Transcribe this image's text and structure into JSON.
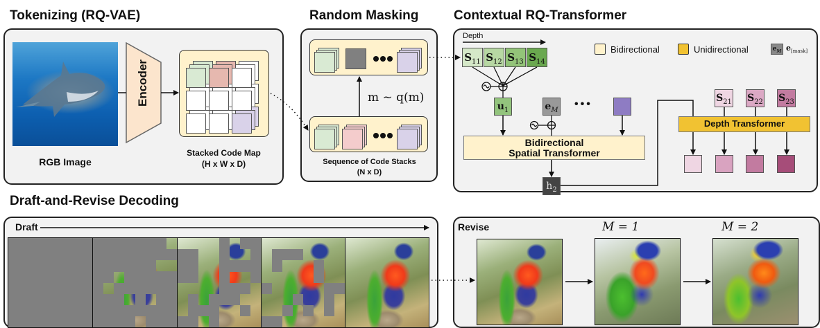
{
  "sections": {
    "tokenizing": {
      "title": "Tokenizing (RQ-VAE)",
      "rgb_label": "RGB Image",
      "encoder_label": "Encoder",
      "code_map_label_1": "Stacked Code Map",
      "code_map_label_2": "(H x W x D)",
      "image_subject": "shark"
    },
    "masking": {
      "title": "Random Masking",
      "formula": "m ~ q(m)",
      "sequence_label_1": "Sequence of Code Stacks",
      "sequence_label_2": "(N x D)"
    },
    "transformer": {
      "title": "Contextual RQ-Transformer",
      "depth_label": "Depth",
      "depth_codes": [
        {
          "base": "S",
          "sub": "11",
          "color": "#d5e8c8"
        },
        {
          "base": "S",
          "sub": "12",
          "color": "#b7d8a3"
        },
        {
          "base": "S",
          "sub": "13",
          "color": "#93c479"
        },
        {
          "base": "S",
          "sub": "14",
          "color": "#6aa84f"
        }
      ],
      "u_label": {
        "base": "u",
        "sub": "1"
      },
      "mask_token": {
        "base": "e",
        "sub": "M"
      },
      "ellipsis": "•••",
      "spatial_label_1": "Bidirectional",
      "spatial_label_2": "Spatial Transformer",
      "h_label": {
        "base": "h",
        "sub": "2"
      },
      "depth_transformer_label": "Depth Transformer",
      "s2_codes": [
        {
          "base": "S",
          "sub": "21",
          "color": "#efd6e3"
        },
        {
          "base": "S",
          "sub": "22",
          "color": "#dba8c4"
        },
        {
          "base": "S",
          "sub": "23",
          "color": "#c27ba0"
        }
      ],
      "outputs": [
        "#efd6e3",
        "#d9a3c0",
        "#c27ba0",
        "#a64d79"
      ],
      "legend": {
        "bidirectional": "Bidirectional",
        "unidirectional": "Unidirectional",
        "mask_eq_left": "e",
        "mask_eq_left_sub": "M",
        "mask_eq_right": "e",
        "mask_eq_right_sub": "[mask]"
      }
    },
    "decoding": {
      "title": "Draft-and-Revise Decoding",
      "draft_label": "Draft",
      "revise_label": "Revise",
      "revise_steps": [
        "M = 1",
        "M = 2"
      ]
    }
  },
  "colors": {
    "panel_bg": "#f2f2f2",
    "bidirectional": "#fff2cc",
    "unidirectional": "#f1c232",
    "encoder": "#fce5cd",
    "mask_gray": "#808080",
    "green_code": "#d9ead3",
    "red_code": "#e6b8af",
    "purple_code": "#d9d2e9",
    "purple_token": "#8e7cc3",
    "h_token": "#444444"
  }
}
